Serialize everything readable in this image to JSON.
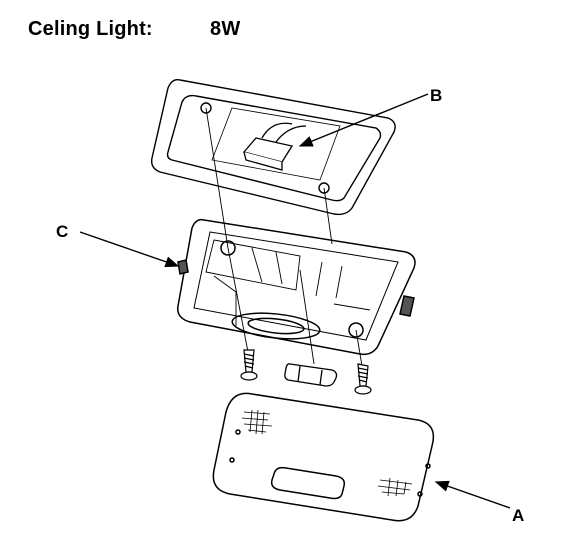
{
  "title": {
    "label": "Celing Light:",
    "wattage": "8W"
  },
  "callouts": {
    "a": "A",
    "b": "B",
    "c": "C"
  },
  "colors": {
    "line": "#000000",
    "background": "#ffffff",
    "shade": "#555555"
  }
}
